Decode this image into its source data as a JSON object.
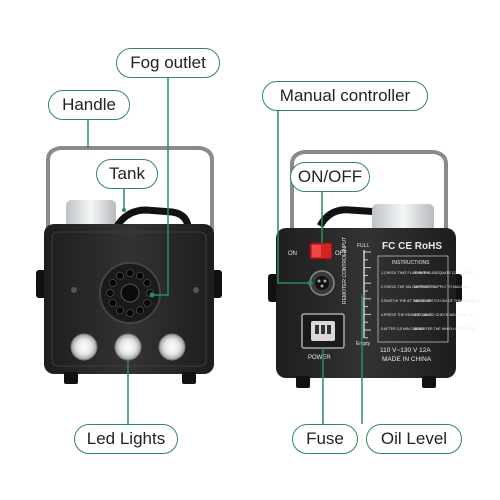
{
  "labels": {
    "fog_outlet": "Fog outlet",
    "handle": "Handle",
    "tank": "Tank",
    "led_lights": "Led Lights",
    "manual_controller": "Manual controller",
    "on_off": "ON/OFF",
    "fuse": "Fuse",
    "oil_level": "Oil Level"
  },
  "back_panel": {
    "switch_on": "ON",
    "switch_off": "OFF",
    "remote_input": "REMOTER CONTROL INPUT",
    "certifications": "FC CE RoHS",
    "instructions_title": "INSTRUCTIONS",
    "instructions": [
      "1.CHECK THAT FLUID IN THE",
      "2.CHECK THE MA CORRECT TO",
      "3.SWITCH THE AT THE REAR",
      "4.PRESS THE REMOTE,LANDI",
      "5.AFTER 3-5 MIN CAN BE"
    ],
    "instructions_right": [
      "THERE IS ADEQUATE CONSUMED.",
      "MATCHES SUPPLY TO MACHINE.",
      "MAINS SWITCH ON OF THE MACHINE.",
      "BUTTON TO CHECK WILL HEAT UP.",
      "BRIGHTER THE WHICH OPERATED."
    ],
    "power": "POWER",
    "voltage": "110 V~130 V 12A",
    "made_in": "MADE IN CHINA",
    "gauge_full": "FULL",
    "gauge_empty": "Empty"
  },
  "colors": {
    "accent": "#2e8b57",
    "body": "#2a2a2a",
    "switch": "#d32222"
  }
}
